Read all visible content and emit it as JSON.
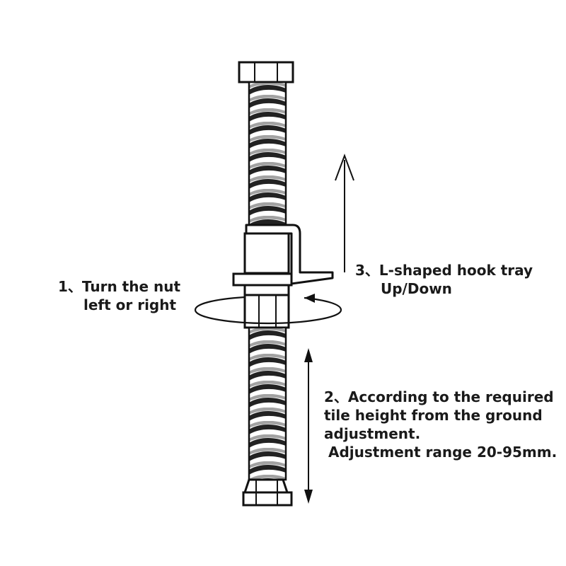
{
  "labels": {
    "nut": {
      "line1": "1、Turn the nut",
      "line2": "left or right"
    },
    "hook": {
      "line1": "3、L-shaped hook tray",
      "line2": "Up/Down"
    },
    "adjustment": {
      "line1": "2、According to the required",
      "line2": "tile height from the ground",
      "line3": "adjustment.",
      "line4": "Adjustment range 20-95mm."
    }
  }
}
